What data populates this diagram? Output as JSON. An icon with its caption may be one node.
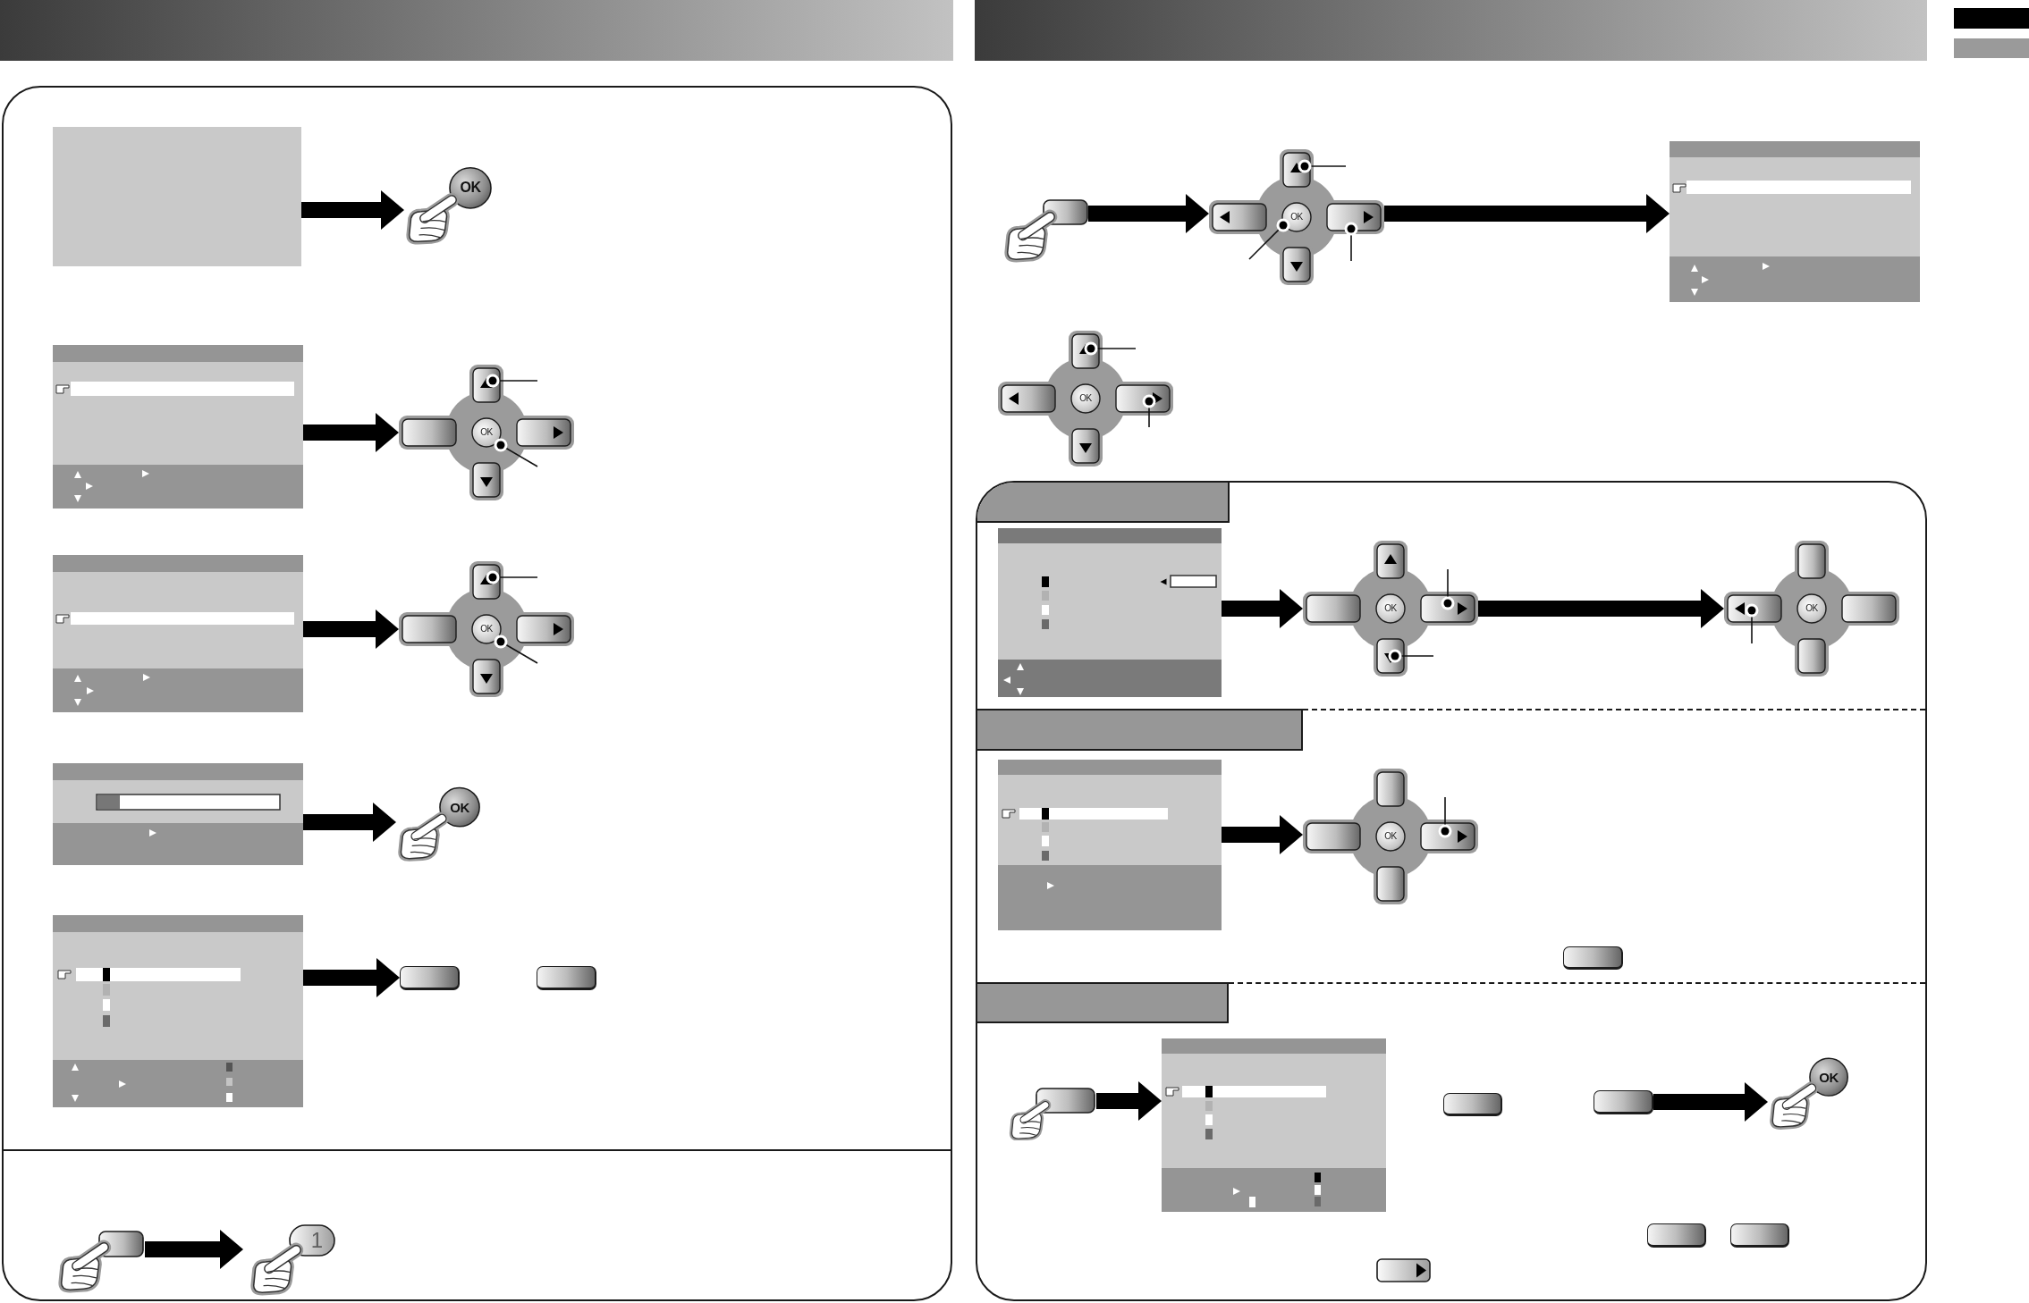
{
  "diagram": {
    "nodes": [
      {
        "text": [],
        "shape": "box"
      },
      {
        "text": [],
        "shape": "box",
        "in": 0
      },
      {
        "text": [
          "OK"
        ],
        "in": 0
      },
      {
        "text": [],
        "shape": "picture",
        "in": 0
      },
      {
        "text": [
          "OK"
        ],
        "in": 0
      },
      {
        "text": [],
        "shape": "picture",
        "in": 0
      },
      {
        "text": [
          "OK"
        ],
        "in": 0
      },
      {
        "text": [],
        "shape": "picture",
        "in": 0
      },
      {
        "text": [
          "OK"
        ],
        "in": 0
      },
      {
        "text": [],
        "shape": "picture",
        "in": 0
      },
      {
        "text": [],
        "shape": "box",
        "in": 0
      },
      {
        "text": [],
        "shape": "picture",
        "in": 0
      },
      {
        "text": [
          "1"
        ],
        "in": 0
      },
      {
        "text": [],
        "shape": "picture"
      },
      {
        "text": [
          "OK"
        ]
      },
      {
        "text": [],
        "shape": "picture"
      },
      {
        "text": [
          "OK"
        ]
      },
      {
        "text": [],
        "shape": "box"
      },
      {
        "text": [],
        "shape": "picture",
        "in": 17
      },
      {
        "text": [
          "OK"
        ],
        "in": 17
      },
      {
        "text": [
          "OK"
        ],
        "in": 17
      },
      {
        "text": [],
        "shape": "picture",
        "in": 17
      },
      {
        "text": [
          "OK"
        ],
        "in": 17
      },
      {
        "text": [],
        "shape": "picture",
        "in": 17
      },
      {
        "text": [],
        "shape": "picture",
        "in": 17
      },
      {
        "text": [],
        "shape": "box",
        "in": 17
      },
      {
        "text": [
          "OK"
        ],
        "in": 17
      }
    ],
    "edges": [
      {
        "from": 1,
        "to": 2,
        "arrow": "to"
      },
      {
        "from": 3,
        "to": 4,
        "arrow": "to"
      },
      {
        "from": 5,
        "to": 6,
        "arrow": "to"
      },
      {
        "from": 7,
        "to": 8,
        "arrow": "to"
      },
      {
        "from": 9,
        "to": 10,
        "arrow": "to"
      },
      {
        "from": 11,
        "to": 12,
        "arrow": "to"
      },
      {
        "from": 13,
        "to": 14,
        "arrow": "to"
      },
      {
        "from": 14,
        "to": 15,
        "arrow": "to"
      },
      {
        "from": 18,
        "to": 19,
        "arrow": "to"
      },
      {
        "from": 19,
        "to": 20,
        "arrow": "to"
      },
      {
        "from": 21,
        "to": 22,
        "arrow": "to"
      },
      {
        "from": 23,
        "to": 24,
        "arrow": "to"
      },
      {
        "from": 25,
        "to": 26,
        "arrow": "to"
      }
    ]
  }
}
